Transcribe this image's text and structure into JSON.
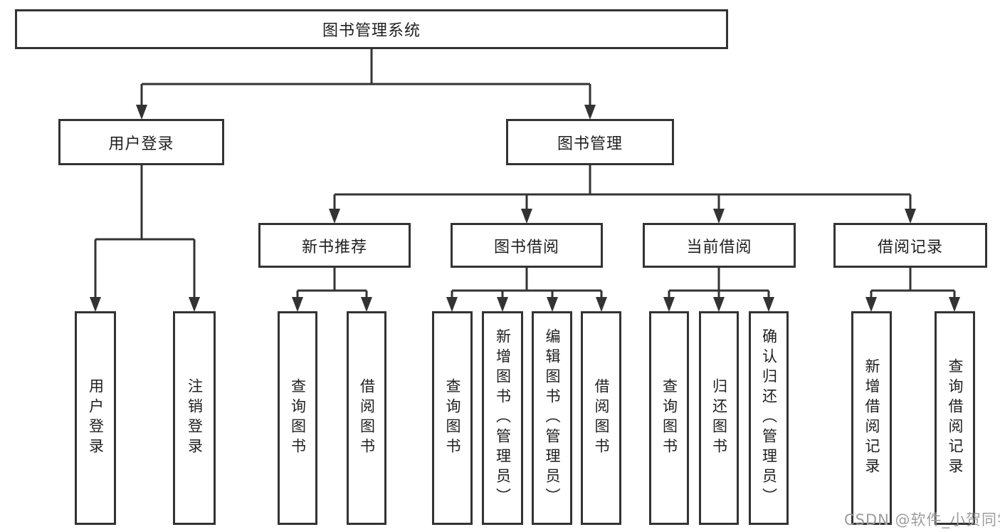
{
  "diagram": {
    "root": {
      "label": "图书管理系统"
    },
    "level2": [
      {
        "label": "用户登录"
      },
      {
        "label": "图书管理"
      }
    ],
    "level3": [
      {
        "label": "新书推荐"
      },
      {
        "label": "图书借阅"
      },
      {
        "label": "当前借阅"
      },
      {
        "label": "借阅记录"
      }
    ],
    "leaves": {
      "login": [
        {
          "label": "用户登录"
        },
        {
          "label": "注销登录"
        }
      ],
      "recommend": [
        {
          "label": "查询图书"
        },
        {
          "label": "借阅图书"
        }
      ],
      "borrow": [
        {
          "label": "查询图书"
        },
        {
          "label": "新增图书（管理员）"
        },
        {
          "label": "编辑图书（管理员）"
        },
        {
          "label": "借阅图书"
        }
      ],
      "current": [
        {
          "label": "查询图书"
        },
        {
          "label": "归还图书"
        },
        {
          "label": "确认归还（管理员）"
        }
      ],
      "records": [
        {
          "label": "新增借阅记录"
        },
        {
          "label": "查询借阅记录"
        }
      ]
    },
    "watermark": "CSDN @软件_小贺同学"
  },
  "colors": {
    "line": "#333333",
    "text": "#1f1f1f",
    "watermark": "#9c9c9c",
    "background": "#ffffff"
  }
}
